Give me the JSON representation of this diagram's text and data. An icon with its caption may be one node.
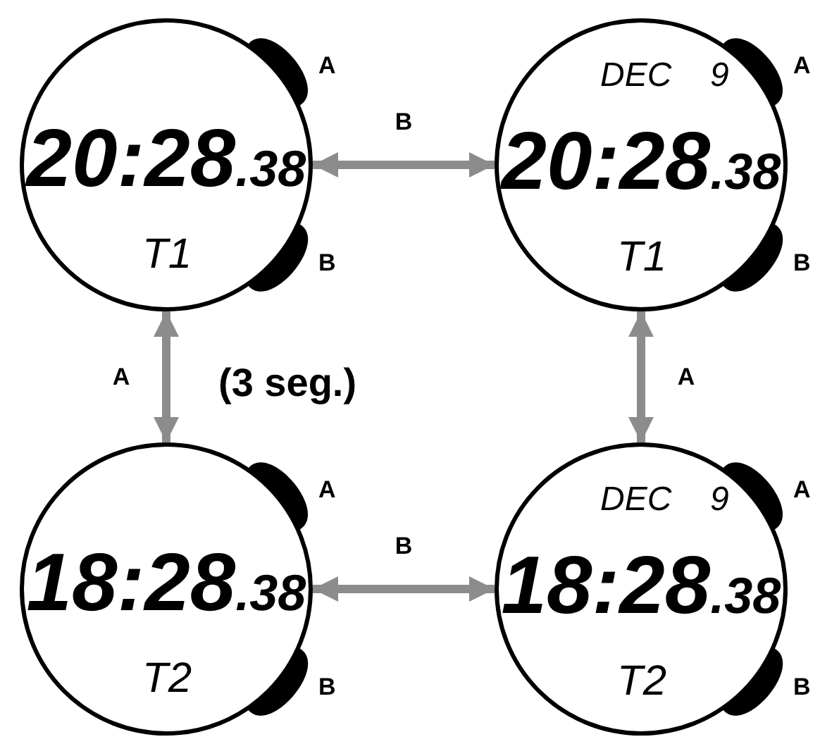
{
  "diagram": {
    "nodes": [
      {
        "text": [
          "20:28",
          ".38",
          "T1"
        ],
        "beside": [
          "A",
          "B"
        ]
      },
      {
        "text": [
          "DEC",
          "9",
          "20:28",
          ".38",
          "T1"
        ],
        "beside": [
          "A",
          "B"
        ]
      },
      {
        "text": [
          "18:28",
          ".38",
          "T2"
        ],
        "beside": [
          "A",
          "B"
        ]
      },
      {
        "text": [
          "DEC",
          "9",
          "18:28",
          ".38",
          "T2"
        ],
        "beside": [
          "A",
          "B"
        ]
      }
    ],
    "edges": [
      {
        "from": 0,
        "to": 1,
        "arrow": "both",
        "label": "B"
      },
      {
        "from": 0,
        "to": 2,
        "arrow": "both",
        "label": "A"
      },
      {
        "from": 1,
        "to": 3,
        "arrow": "both",
        "label": "A"
      },
      {
        "from": 2,
        "to": 3,
        "arrow": "both",
        "label": "B"
      }
    ],
    "labels": [
      "(3 seg.)"
    ]
  }
}
